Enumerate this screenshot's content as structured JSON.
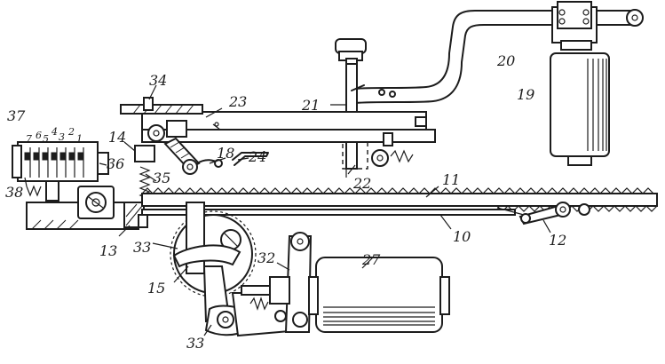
{
  "figure": {
    "labels": {
      "l10": "10",
      "l11": "11",
      "l12": "12",
      "l13": "13",
      "l14": "14",
      "l15": "15",
      "l18": "18",
      "l19": "19",
      "l20": "20",
      "l21": "21",
      "l22": "22",
      "l23": "23",
      "l24": "24",
      "l27": "27",
      "l32": "32",
      "l33a": "33",
      "l33b": "33",
      "l34": "34",
      "l35": "35",
      "l36": "36",
      "l37": "37",
      "l38": "38"
    },
    "counter_digits": [
      "7",
      "6",
      "5",
      "4",
      "3",
      "2",
      "1"
    ]
  }
}
